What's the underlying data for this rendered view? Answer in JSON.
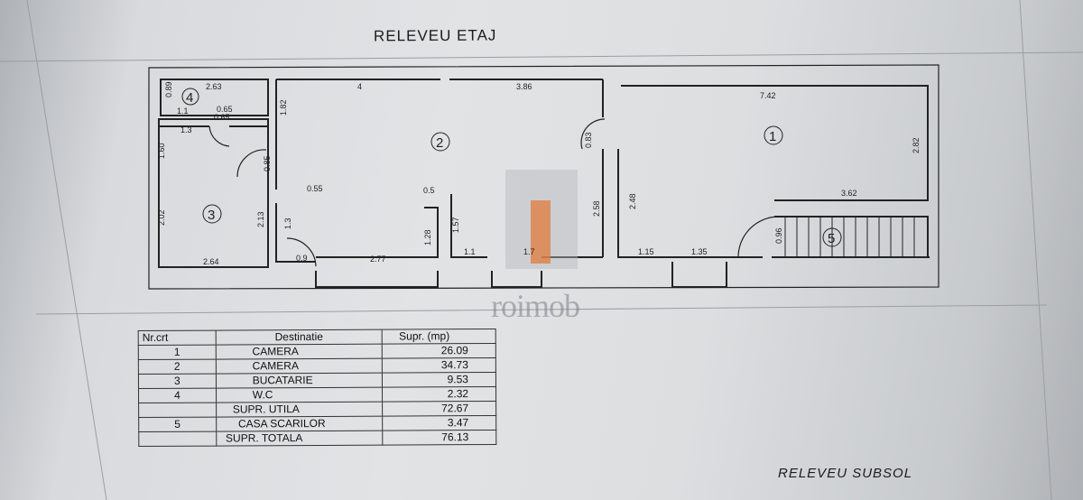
{
  "plan": {
    "title": "RELEVEU ETAJ",
    "footer_title": "RELEVEU SUBSOL",
    "watermark": "roimob",
    "rooms": [
      "1",
      "2",
      "3",
      "4",
      "5"
    ],
    "dimensions": {
      "d_2_63": "2.63",
      "d_0_89": "0.89",
      "d_1_1": "1.1",
      "d_0_65a": "0.65",
      "d_0_65b": "0.65",
      "d_1_3a": "1.3",
      "d_1_82": "1.82",
      "d_1_60": "1.60",
      "d_0_85": "0.85",
      "d_0_55": "0.55",
      "d_2_02": "2.02",
      "d_2_13": "2.13",
      "d_1_3b": "1.3",
      "d_2_64": "2.64",
      "d_0_9": "0.9",
      "d_4": "4",
      "d_3_86": "3.86",
      "d_0_5": "0.5",
      "d_1_28": "1.28",
      "d_1_57": "1.57",
      "d_2_77": "2.77",
      "d_1_1b": "1.1",
      "d_1_7": "1.7",
      "d_2_58": "2.58",
      "d_0_83": "0.83",
      "d_7_42": "7.42",
      "d_2_82": "2.82",
      "d_3_62": "3.62",
      "d_2_48": "2.48",
      "d_1_15": "1.15",
      "d_1_35": "1.35",
      "d_0_96": "0.96"
    }
  },
  "table": {
    "headers": [
      "Nr.crt",
      "Destinatie",
      "Supr. (mp)"
    ],
    "rows": [
      {
        "nr": "1",
        "dest": "CAMERA",
        "supr": "26.09"
      },
      {
        "nr": "2",
        "dest": "CAMERA",
        "supr": "34.73"
      },
      {
        "nr": "3",
        "dest": "BUCATARIE",
        "supr": "9.53"
      },
      {
        "nr": "4",
        "dest": "W.C",
        "supr": "2.32"
      },
      {
        "nr": "",
        "dest": "SUPR. UTILA",
        "supr": "72.67"
      },
      {
        "nr": "5",
        "dest": "CASA SCARILOR",
        "supr": "3.47"
      },
      {
        "nr": "",
        "dest": "SUPR. TOTALA",
        "supr": "76.13"
      }
    ]
  }
}
